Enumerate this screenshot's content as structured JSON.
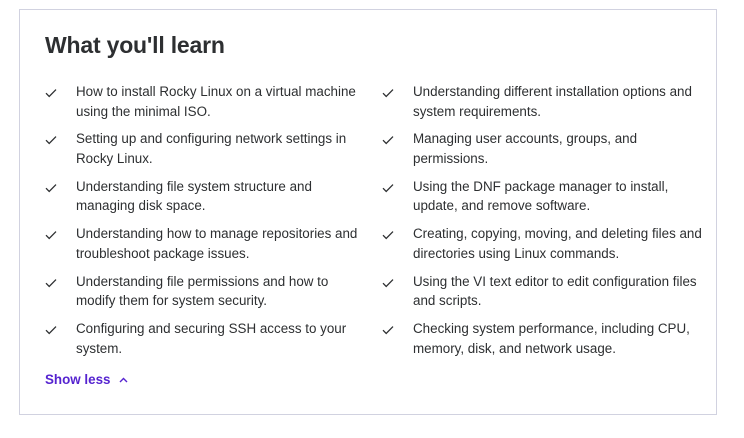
{
  "section": {
    "title": "What you'll learn",
    "items": [
      "How to install Rocky Linux on a virtual machine using the minimal ISO.",
      "Understanding different installation options and system requirements.",
      "Setting up and configuring network settings in Rocky Linux.",
      "Managing user accounts, groups, and permissions.",
      "Understanding file system structure and managing disk space.",
      "Using the DNF package manager to install, update, and remove software.",
      "Understanding how to manage repositories and troubleshoot package issues.",
      "Creating, copying, moving, and deleting files and directories using Linux commands.",
      "Understanding file permissions and how to modify them for system security.",
      "Using the VI text editor to edit configuration files and scripts.",
      "Configuring and securing SSH access to your system.",
      "Checking system performance, including CPU, memory, disk, and network usage."
    ],
    "toggle_label": "Show less"
  },
  "icons": {
    "item_icon": "check-icon",
    "toggle_icon": "chevron-up-icon"
  },
  "colors": {
    "text": "#2d2f31",
    "link": "#5624d0",
    "border": "#d1d2e0"
  }
}
